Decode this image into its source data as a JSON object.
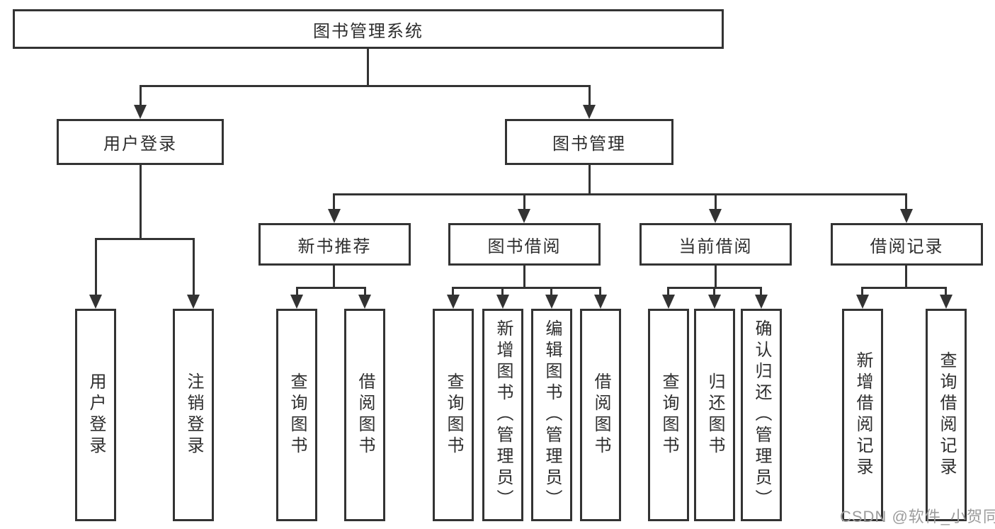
{
  "root": {
    "label": "图书管理系统"
  },
  "branches": [
    {
      "label": "用户登录",
      "children": [
        {
          "label": "用户登录"
        },
        {
          "label": "注销登录"
        }
      ]
    },
    {
      "label": "图书管理",
      "children": [
        {
          "label": "新书推荐",
          "children": [
            {
              "label": "查询图书"
            },
            {
              "label": "借阅图书"
            }
          ]
        },
        {
          "label": "图书借阅",
          "children": [
            {
              "label": "查询图书"
            },
            {
              "label": "新增图书（管理员）"
            },
            {
              "label": "编辑图书（管理员）"
            },
            {
              "label": "借阅图书"
            }
          ]
        },
        {
          "label": "当前借阅",
          "children": [
            {
              "label": "查询图书"
            },
            {
              "label": "归还图书"
            },
            {
              "label": "确认归还（管理员）"
            }
          ]
        },
        {
          "label": "借阅记录",
          "children": [
            {
              "label": "新增借阅记录"
            },
            {
              "label": "查询借阅记录"
            }
          ]
        }
      ]
    }
  ],
  "watermark": {
    "text": "CSDN @软件_小贺同学"
  },
  "colors": {
    "line": "#333333",
    "box_border": "#333333",
    "text": "#2e2e2e",
    "watermark": "#9c9c9c",
    "background": "#ffffff"
  }
}
